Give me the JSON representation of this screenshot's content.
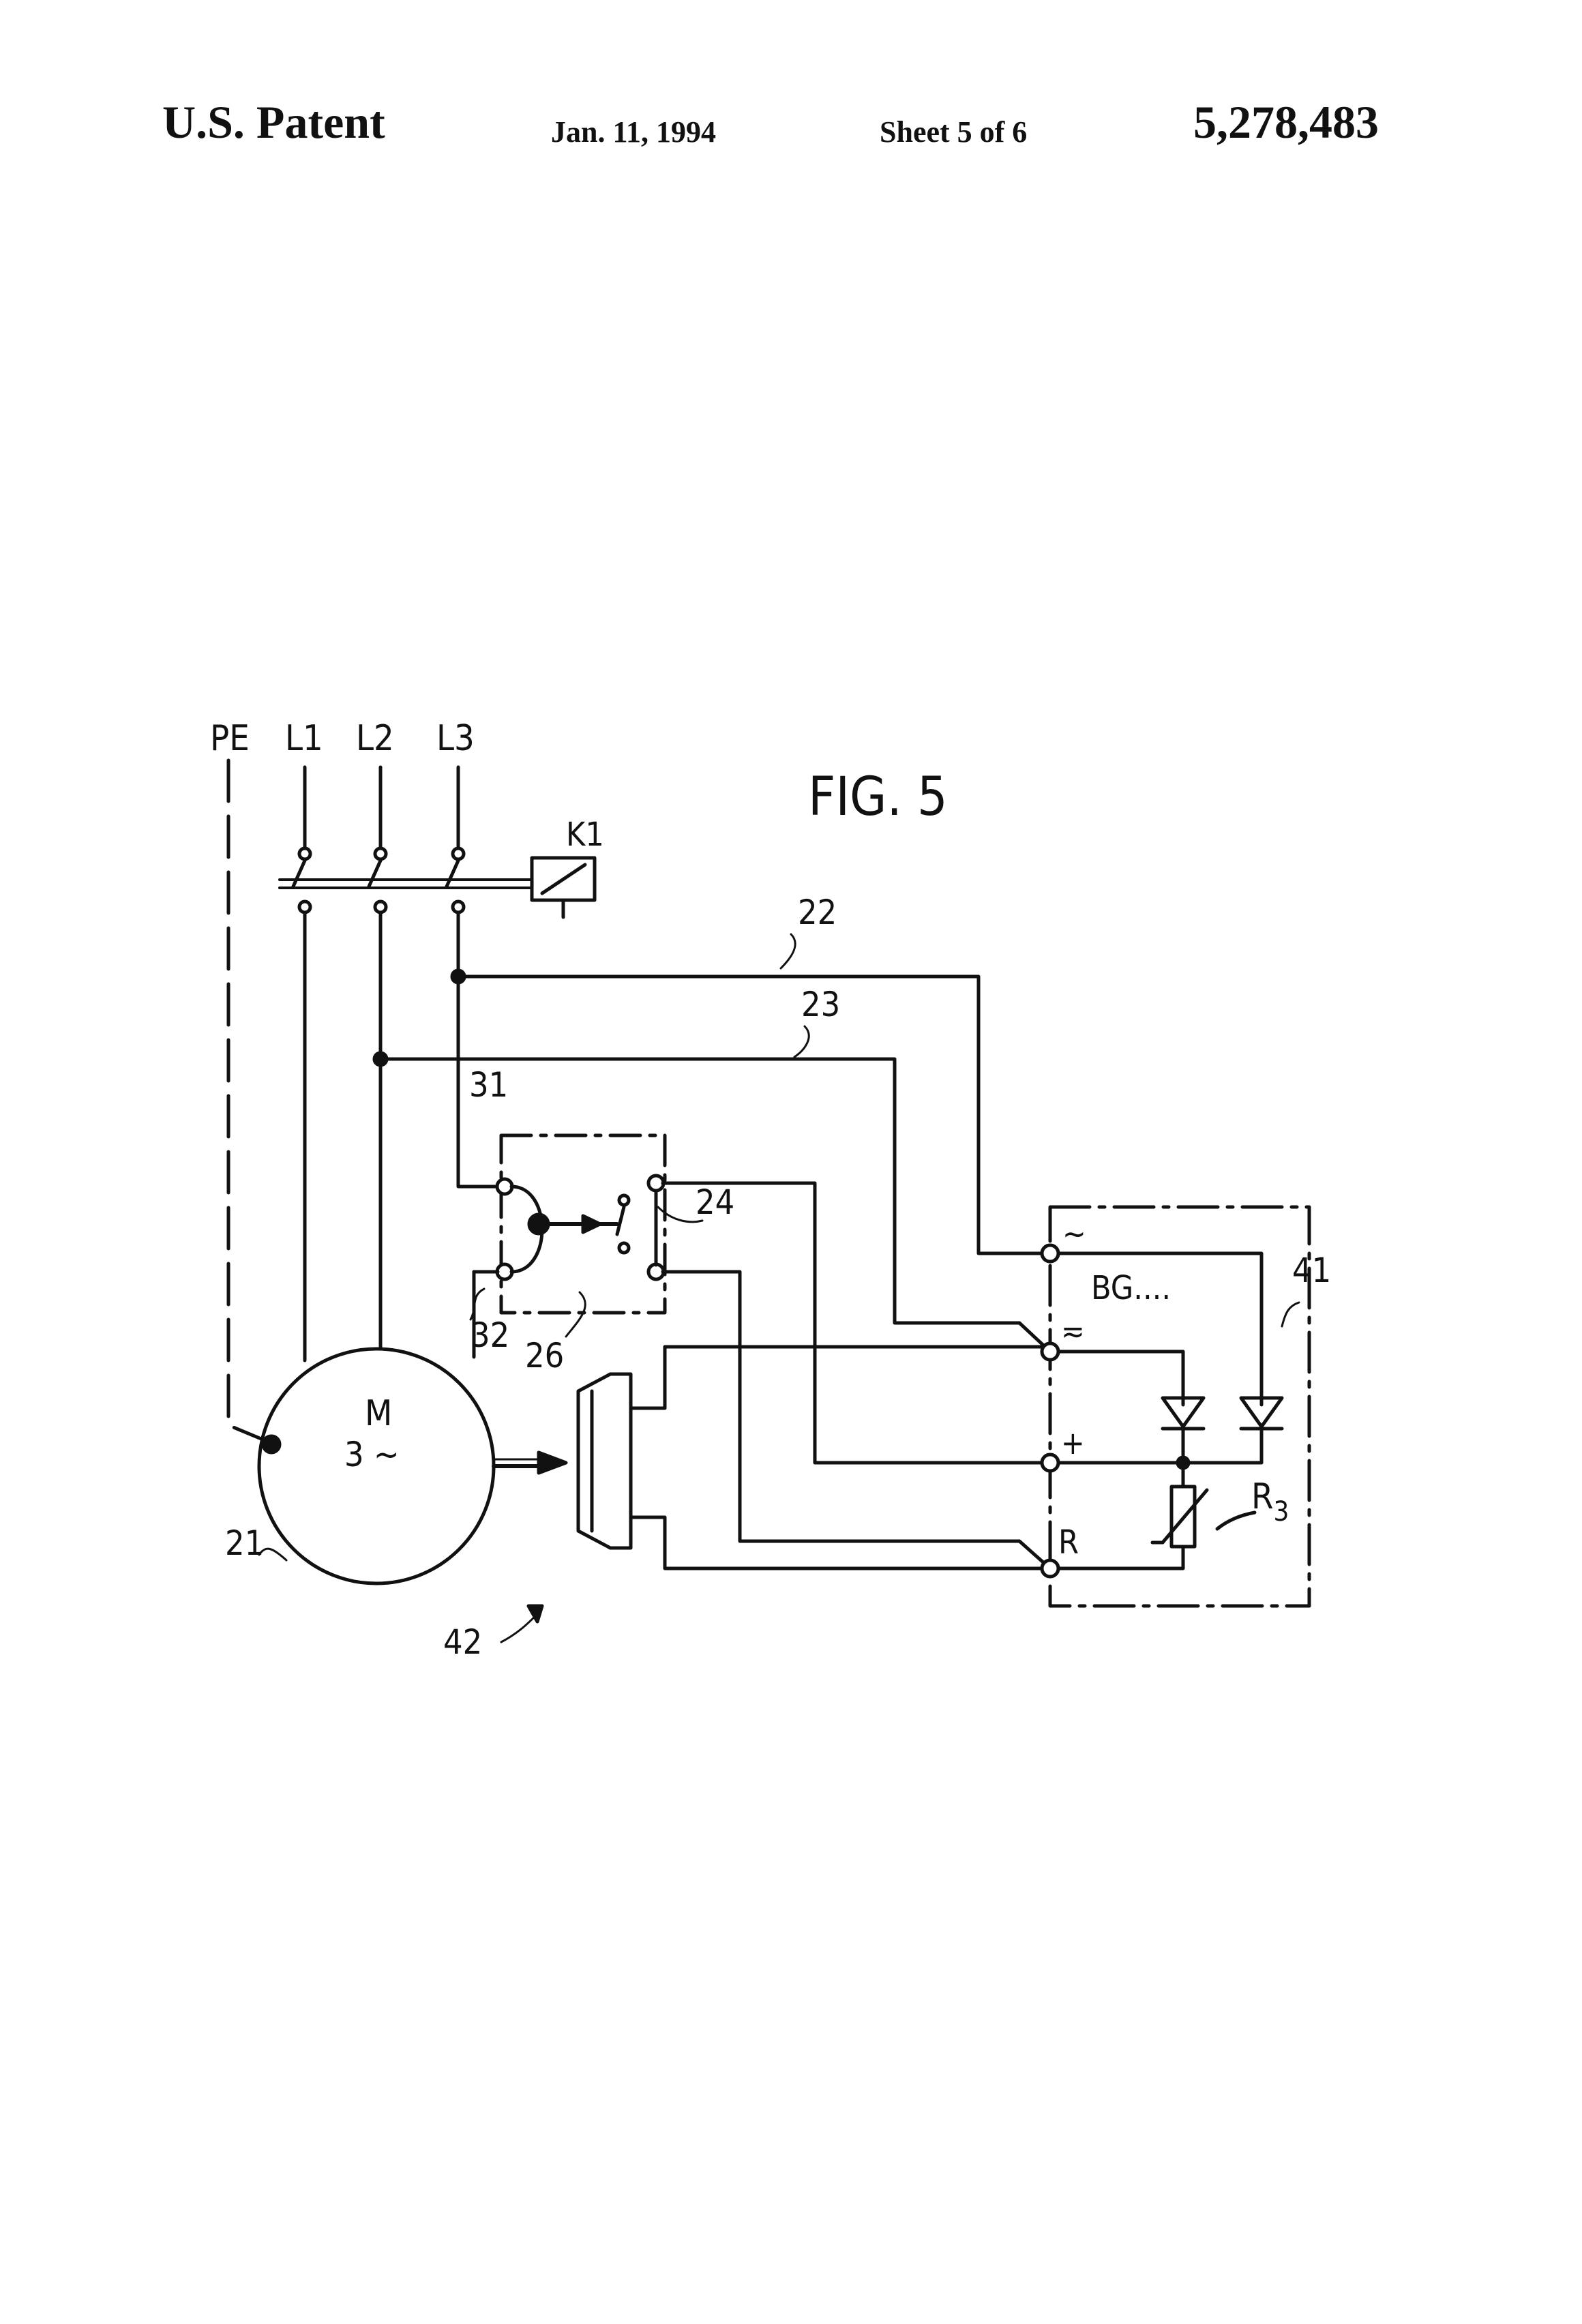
{
  "header": {
    "patent_label": "U.S. Patent",
    "date": "Jan. 11, 1994",
    "sheet": "Sheet 5 of 6",
    "patent_number": "5,278,483"
  },
  "figure": {
    "title": "FIG. 5",
    "line_labels": {
      "pe": "PE",
      "l1": "L1",
      "l2": "L2",
      "l3": "L3"
    },
    "contactor": "K1",
    "motor_m": "M",
    "motor_phase": "3 ~",
    "ref_numbers": {
      "n21": "21",
      "n22": "22",
      "n23": "23",
      "n24": "24",
      "n26": "26",
      "n31": "31",
      "n32": "32",
      "n41": "41",
      "n42": "42"
    },
    "unit_label": "BG....",
    "terminals": {
      "ac": "~",
      "acdc": "≂",
      "plus": "+",
      "r": "R"
    },
    "resistor_main": "R",
    "resistor_sub": "3"
  }
}
